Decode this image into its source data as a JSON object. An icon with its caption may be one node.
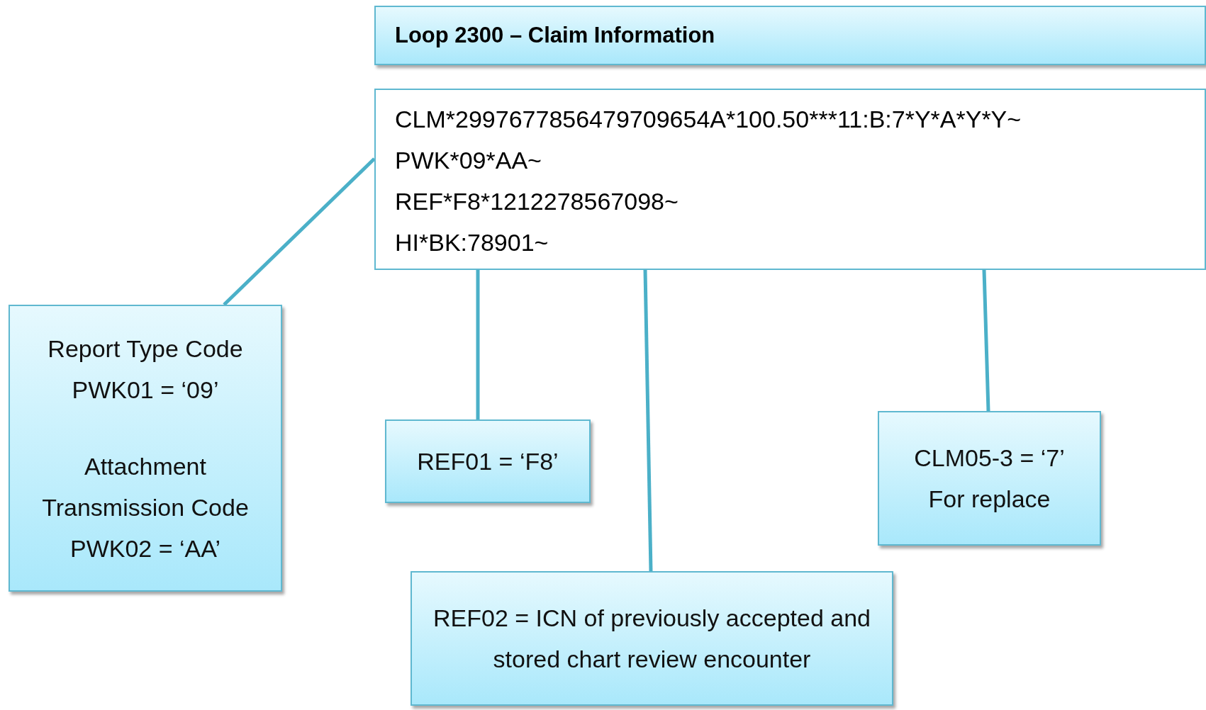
{
  "diagram": {
    "nodes": [
      {
        "text": [
          "Loop 2300 – Claim Information"
        ]
      },
      {
        "text": [
          "CLM*2997677856479709654A*100.50***11:B:7*Y*A*Y*Y~",
          "PWK*09*AA~",
          "REF*F8*1212278567098~",
          "HI*BK:78901~"
        ]
      },
      {
        "text": [
          "Report Type Code PWK01 = ‘09’",
          "Attachment Transmission Code PWK02 = ‘AA’"
        ]
      },
      {
        "text": [
          "REF01 = ‘F8’"
        ]
      },
      {
        "text": [
          "CLM05-3 = ‘7’",
          "For replace"
        ]
      },
      {
        "text": [
          "REF02 = ICN of previously accepted and stored chart review encounter"
        ]
      }
    ],
    "edges": [
      {
        "from": 2,
        "to": 1,
        "arrow": "none"
      },
      {
        "from": 3,
        "to": 1,
        "arrow": "none"
      },
      {
        "from": 5,
        "to": 1,
        "arrow": "none"
      },
      {
        "from": 4,
        "to": 1,
        "arrow": "none"
      }
    ]
  }
}
